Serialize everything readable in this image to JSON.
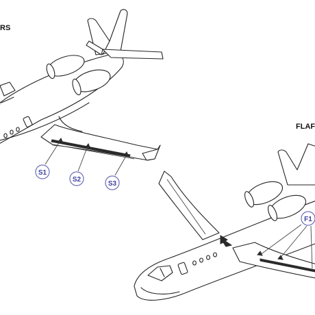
{
  "labels": {
    "left_heading": "RS",
    "right_heading": "FLAF"
  },
  "callouts": {
    "s1": "S1",
    "s2": "S2",
    "s3": "S3",
    "f1": "F1"
  },
  "colors": {
    "line": "#222222",
    "callout": "#3d3f9a",
    "background": "#ffffff"
  }
}
